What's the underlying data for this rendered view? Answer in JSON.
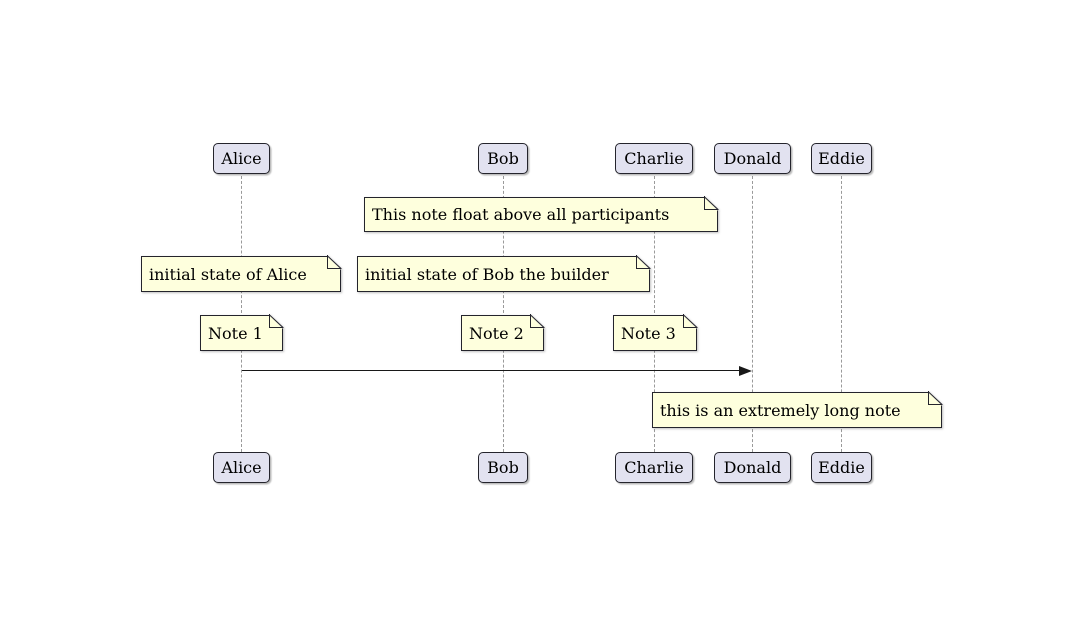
{
  "diagram": {
    "type": "sequence-diagram",
    "participants": [
      {
        "name": "Alice"
      },
      {
        "name": "Bob"
      },
      {
        "name": "Charlie"
      },
      {
        "name": "Donald"
      },
      {
        "name": "Eddie"
      }
    ],
    "notes": [
      {
        "id": "floating-note",
        "text": "This note float above all participants"
      },
      {
        "id": "note-initial-alice",
        "text": "initial state of Alice"
      },
      {
        "id": "note-initial-bob",
        "text": "initial state of Bob the builder"
      },
      {
        "id": "note-1",
        "text": "Note 1"
      },
      {
        "id": "note-2",
        "text": "Note 2"
      },
      {
        "id": "note-3",
        "text": "Note 3"
      },
      {
        "id": "note-long",
        "text": "this is an extremely long note"
      }
    ],
    "messages": [
      {
        "from": "Alice",
        "to": "Donald",
        "label": ""
      }
    ],
    "colors": {
      "background": "#FFFFFF",
      "participant_fill": "#E2E2F0",
      "participant_border": "#24242C",
      "note_fill": "#FEFFDD",
      "note_border": "#24242C",
      "lifeline": "#9A9A9A",
      "arrow": "#181818",
      "text": "#000000"
    }
  }
}
